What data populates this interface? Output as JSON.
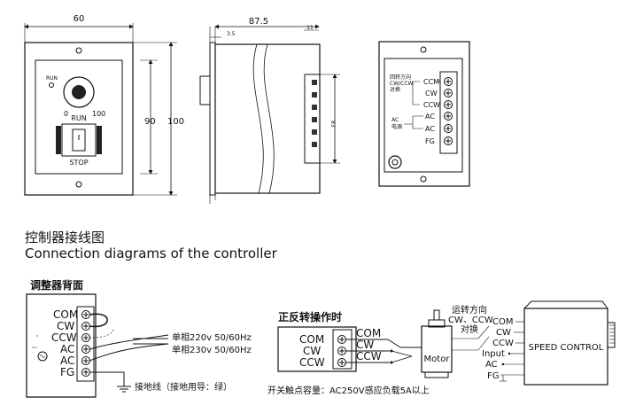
{
  "dimensions": {
    "width_60": "60",
    "height_90": "90",
    "height_100": "100",
    "depth_87_5": "87.5",
    "flange_3_5": "3.5",
    "side_11": "11",
    "term_83": "83"
  },
  "front_panel": {
    "run_label_top": "RUN",
    "dial_min": "0",
    "dial_max": "100",
    "switch_run": "RUN",
    "switch_stop": "STOP"
  },
  "rear_panel": {
    "dir_label_cn": "回转方向",
    "dir_label_en": "CW/CCW",
    "dir_label_swap": "对换",
    "ac_label": "AC",
    "ac_label_cn": "电源",
    "terminals": [
      "CCM",
      "CW",
      "CCW",
      "AC",
      "AC",
      "FG"
    ]
  },
  "headings": {
    "title_cn": "控制器接线图",
    "title_en": "Connection diagrams of the controller"
  },
  "wiring": {
    "back_title": "调整器背面",
    "terminals": [
      "COM",
      "CW",
      "CCW",
      "AC",
      "AC",
      "FG"
    ],
    "supply_line1": "单相220v 50/60Hz",
    "supply_line2": "单相230v 50/60Hz",
    "ground_note": "接地线（接地用导：绿）"
  },
  "fwd_rev": {
    "title": "正反转操作时",
    "left_terms": [
      "COM",
      "CW",
      "CCW"
    ],
    "right_terms": [
      "COM",
      "CW",
      "CCW"
    ],
    "motor_label": "Motor",
    "contact_note": "开关触点容量：AC250V感应负载5A以上"
  },
  "speed_control": {
    "dir_cn": "运转方向",
    "dir_en": "CW、CCW",
    "dir_swap": "对换",
    "terms": [
      "COM",
      "CW",
      "CCW",
      "Input",
      "AC",
      "FG"
    ],
    "box_label": "SPEED CONTROL"
  }
}
